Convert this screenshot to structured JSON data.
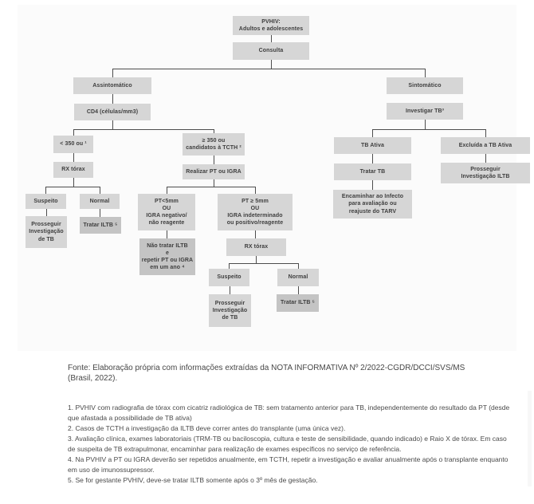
{
  "flowchart": {
    "nodes": {
      "pvhiv": "PVHIV:\nAdultos e adolescentes",
      "consulta": "Consulta",
      "assintomatico": "Assintomático",
      "sintomatico": "Sintomático",
      "cd4": "CD4 (células/mm3)",
      "investigar_tb": "Investigar TB³",
      "cd4_lt_350": "< 350 ou ¹",
      "cd4_ge_350": "≥ 350 ou\ncandidatos à TCTH ²",
      "tb_ativa": "TB Ativa",
      "excluida_tb_ativa": "Excluída a TB Ativa",
      "rx_torax_1": "RX tórax",
      "realizar_pt_igra": "Realizar PT ou IGRA",
      "tratar_tb": "Tratar TB",
      "prosseguir_iltb": "Prosseguir\nInvestigação ILTB",
      "suspeito_1": "Suspeito",
      "normal_1": "Normal",
      "prosseguir_tb_1": "Prosseguir\nInvestigação\nde TB",
      "tratar_iltb_1": "Tratar ILTB ⁵",
      "pt_menor_5": "PT<5mm\nOU\nIGRA negativo/\nnão reagente",
      "pt_maior_5": "PT ≥ 5mm\nOU\nIGRA indeterminado\nou positivo/reagente",
      "nao_tratar_iltb": "Não tratar ILTB\ne\nrepetir PT ou IGRA\nem um ano ⁴",
      "rx_torax_2": "RX tórax",
      "suspeito_2": "Suspeito",
      "normal_2": "Normal",
      "prosseguir_tb_2": "Prosseguir\nInvestigação\nde TB",
      "tratar_iltb_2": "Tratar ILTB ⁵",
      "encaminhar_infecto": "Encaminhar ao Infecto\npara avaliação ou\nreajuste do TARV"
    },
    "colors": {
      "box": "#d6d6d6",
      "box_dark": "#c4c4c4",
      "line": "#4d4d4d",
      "text": "#3e3e3e"
    }
  },
  "source_note": "Fonte: Elaboração própria com informações extraídas da NOTA INFORMATIVA Nº 2/2022-CGDR/DCCI/SVS/MS (Brasil, 2022).",
  "footnotes": [
    "1. PVHIV com radiografia de tórax com cicatriz radiológica de TB: sem tratamento anterior para TB, independentemente do resultado da PT (desde que afastada a possibilidade de TB ativa)",
    "2. Casos de TCTH a investigação da ILTB deve correr antes do transplante (uma única vez).",
    "3. Avaliação clínica, exames laboratoriais (TRM-TB ou baciloscopia, cultura e teste de sensibilidade, quando indicado) e Raio X de tórax. Em caso de suspeita de TB extrapulmonar, encaminhar para realização de exames específicos no serviço de referência.",
    "4. Na PVHIV a PT ou IGRA deverão ser repetidos anualmente, em TCTH, repetir a investigação e avaliar anualmente após o transplante enquanto em uso de imunossupressor.",
    "5. Se for gestante PVHIV, deve-se tratar ILTB somente após o 3º mês de gestação."
  ]
}
